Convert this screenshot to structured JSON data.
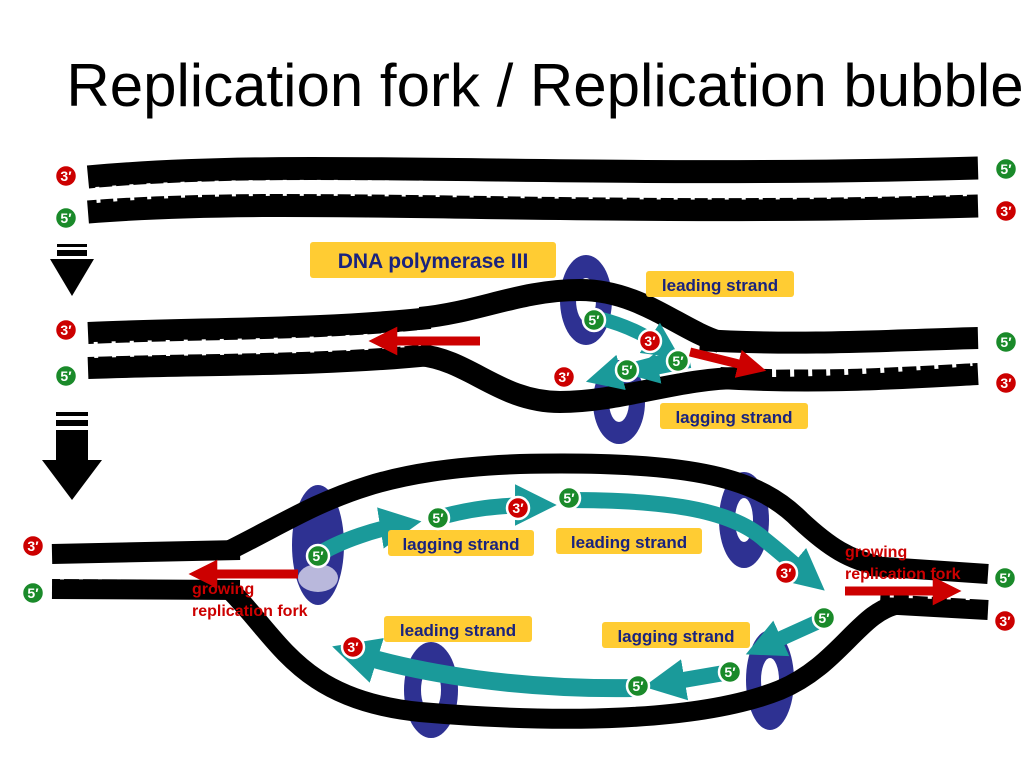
{
  "title": "Replication fork / Replication bubble",
  "labels": {
    "polymerase": "DNA polymerase III",
    "leading_strand": "leading strand",
    "lagging_strand": "lagging strand",
    "growing_fork_line1": "growing",
    "growing_fork_line2": "replication fork"
  },
  "ends": {
    "three_prime": "3′",
    "five_prime": "5′"
  },
  "colors": {
    "dna_backbone": "#000000",
    "new_strand": "#1a9a9a",
    "polymerase": "#2e3192",
    "arrow_red": "#cc0000",
    "label_bg": "#ffcc33",
    "badge_red": "#cc0000",
    "badge_green": "#1a8a2a"
  },
  "icons": [
    "down-arrow-icon",
    "red-direction-arrow-icon",
    "polymerase-ring-icon"
  ]
}
